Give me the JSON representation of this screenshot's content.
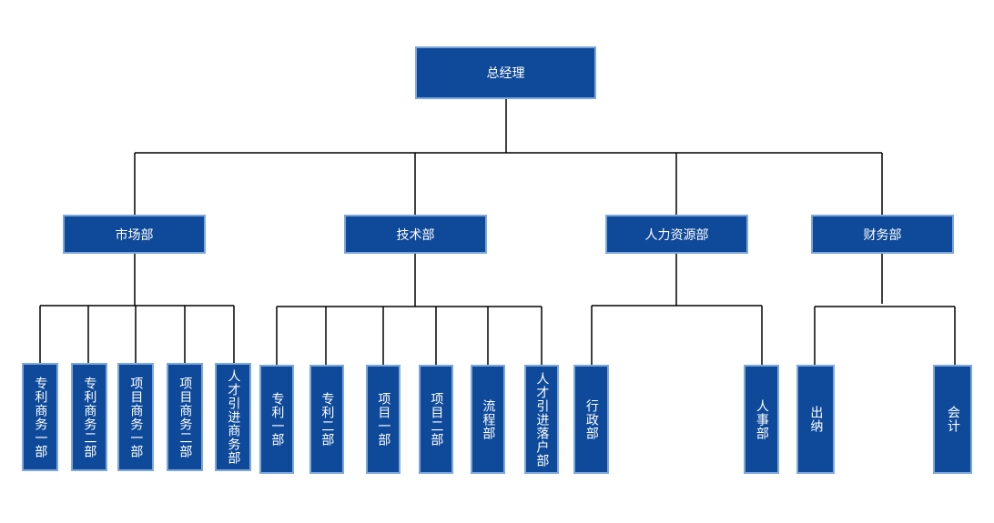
{
  "org_chart": {
    "root": {
      "label": "总经理"
    },
    "departments": [
      {
        "label": "市场部",
        "children": [
          "专利商务一部",
          "专利商务二部",
          "项目商务一部",
          "项目商务二部",
          "人才引进商务部"
        ]
      },
      {
        "label": "技术部",
        "children": [
          "专利一部",
          "专利二部",
          "项目一部",
          "项目二部",
          "流程部",
          "人才引进落户部"
        ]
      },
      {
        "label": "人力资源部",
        "children": [
          "行政部",
          "人事部"
        ]
      },
      {
        "label": "财务部",
        "children": [
          "出纳",
          "会计"
        ]
      }
    ]
  },
  "colors": {
    "box_fill": "#0f4a9a",
    "box_border": "#7ea7dc",
    "line": "#000000",
    "text": "#ffffff"
  }
}
